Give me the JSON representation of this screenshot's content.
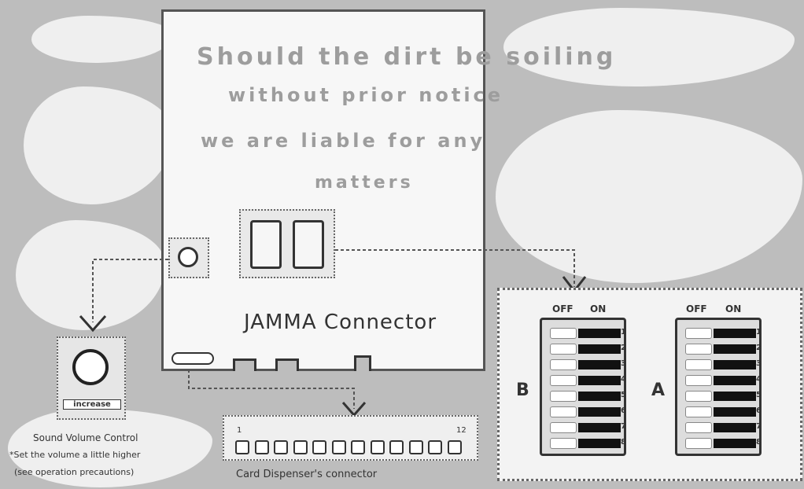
{
  "board": {
    "connector_label": "JAMMA Connector"
  },
  "faded_text": {
    "line1": "Should the dirt be soiling",
    "line2": "without prior notice",
    "line3": "we are liable for any",
    "line4": "matters"
  },
  "volume_control": {
    "knob_label": "increase",
    "caption_line1": "Sound Volume Control",
    "caption_line2": "*Set the volume a little higher",
    "caption_line3": "(see operation precautions)"
  },
  "card_dispenser": {
    "pin_first": "1",
    "pin_last": "12",
    "pin_count": 12,
    "caption": "Card Dispenser's connector"
  },
  "dip_switches": {
    "off_label": "OFF",
    "on_label": "ON",
    "bank_b_label": "B",
    "bank_a_label": "A",
    "switch_numbers": [
      "1",
      "2",
      "3",
      "4",
      "5",
      "6",
      "7",
      "8"
    ]
  }
}
